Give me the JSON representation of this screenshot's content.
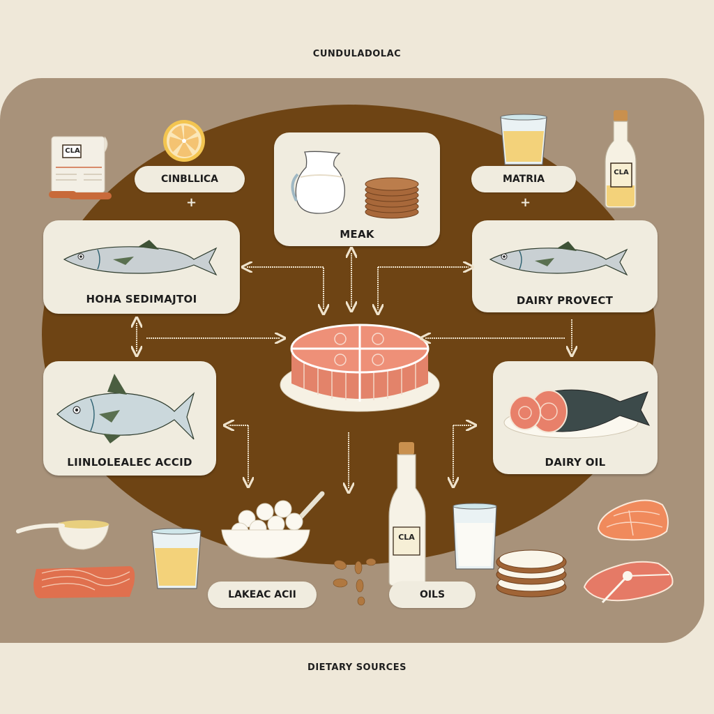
{
  "title": "CUNDULADOLAC",
  "footer": "DIETARY SOURCES",
  "top_items": {
    "left_pill": "CINBLLICA",
    "right_pill": "MATRIA",
    "left_document_label": "CLA",
    "right_bottle_label": "CLA",
    "plus": "+"
  },
  "cards": {
    "top_center": "MEAK",
    "left_upper": "HOHA SEDIMAJTOI",
    "right_upper": "DAIRY PROVECT",
    "left_lower": "LIINLOLEALEC ACCID",
    "right_lower": "DAIRY OIL"
  },
  "bottom_pills": {
    "left": "LAKEAC ACII",
    "right": "OILS"
  },
  "bottom_bottle_label": "CLA",
  "colors": {
    "background": "#efe8d9",
    "panel": "#a8927a",
    "center_blob": "#6e4414",
    "card": "#f0ecdf",
    "salmon": "#e8806a",
    "arrow": "#efe3cc"
  }
}
